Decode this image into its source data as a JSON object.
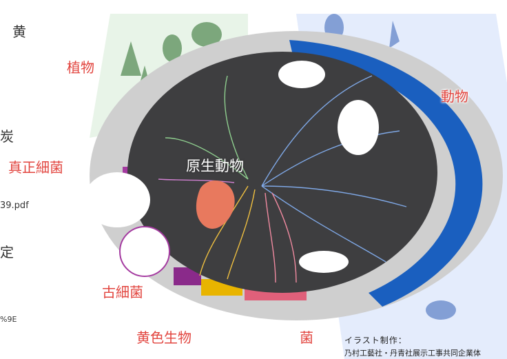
{
  "edge_text": {
    "char_1": "黄",
    "char_2": "炭",
    "file_fragment": "39.pdf",
    "char_3": "定",
    "url_fragment": "%9E"
  },
  "labels": {
    "plants": "植物",
    "animals": "動物",
    "eukaryota": "真正細菌",
    "protozoa": "原生動物",
    "archaea": "古細菌",
    "yellow_organisms": "黄色生物",
    "fungi": "菌"
  },
  "credit": {
    "line_1": "イラスト制作：",
    "line_2": "乃村工藝社・丹青社展示工事共同企業体"
  },
  "colors": {
    "plants_band": "#2e8b3e",
    "animals_band": "#1a5fbf",
    "center_dark": "#3e3e40",
    "fungi_band": "#e0607a",
    "yellow_band": "#e8b400",
    "archaea_band": "#8a2a8a",
    "eukaryota_band": "#a43aa0",
    "label_red": "#e2453f"
  }
}
